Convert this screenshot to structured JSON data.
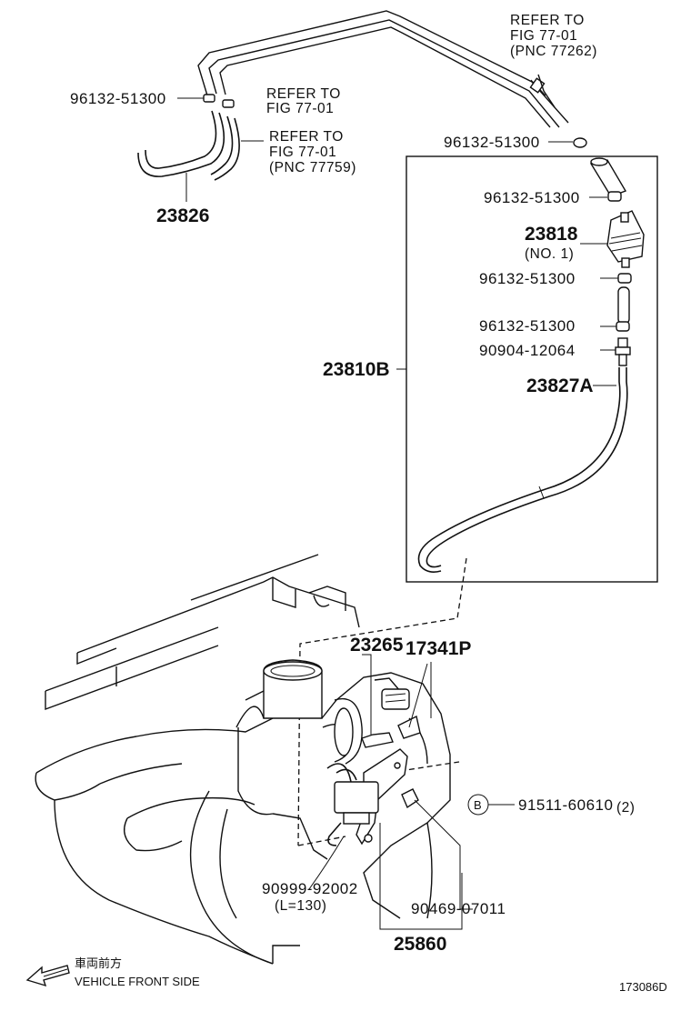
{
  "labels": {
    "ref_top_1": "REFER TO",
    "ref_top_2": "FIG 77-01",
    "ref_top_3": "(PNC 77262)",
    "ref_mid_1": "REFER TO",
    "ref_mid_2": "FIG 77-01",
    "ref_b_1": "REFER TO",
    "ref_b_2": "FIG 77-01",
    "ref_b_3": "(PNC 77759)",
    "clip_left": "96132-51300",
    "clip_top": "96132-51300",
    "clip_1": "96132-51300",
    "clip_2": "96132-51300",
    "clip_3": "96132-51300",
    "p23826": "23826",
    "p23818": "23818",
    "p23818_note": "(NO. 1)",
    "p90904": "90904-12064",
    "p23827a": "23827A",
    "p23810b": "23810B",
    "p23265": "23265",
    "p17341p": "17341P",
    "circle_b": "B",
    "p91511": "91511-60610",
    "p91511_qty": "(2)",
    "p90999": "90999-92002",
    "p90999_len": "(L=130)",
    "p90469": "90469-07011",
    "p25860": "25860",
    "front_jp": "車両前方",
    "front_en": "VEHICLE FRONT SIDE",
    "fig_no": "173086D"
  }
}
